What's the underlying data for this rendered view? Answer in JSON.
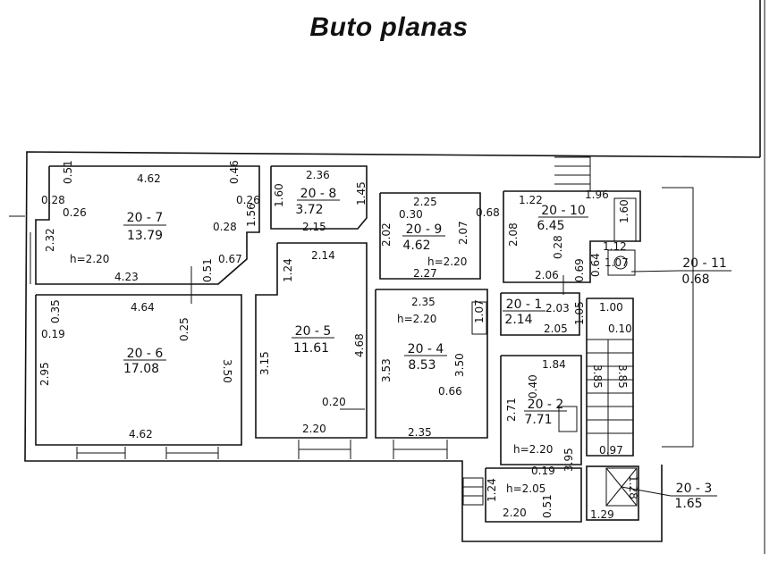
{
  "title": "Buto planas",
  "rooms": [
    {
      "id": "20 - 7",
      "area": "13.79"
    },
    {
      "id": "20 - 8",
      "area": "3.72"
    },
    {
      "id": "20 - 9",
      "area": "4.62"
    },
    {
      "id": "20 - 10",
      "area": "6.45"
    },
    {
      "id": "20 - 11",
      "area": "0.68"
    },
    {
      "id": "20 - 6",
      "area": "17.08"
    },
    {
      "id": "20 - 5",
      "area": "11.61"
    },
    {
      "id": "20 - 4",
      "area": "8.53"
    },
    {
      "id": "20 - 1",
      "area": "2.14"
    },
    {
      "id": "20 - 2",
      "area": "7.71"
    },
    {
      "id": "20 - 3",
      "area": "1.65"
    }
  ],
  "heights": [
    "h=2.20",
    "h=2.20",
    "h=2.20",
    "h=2.20",
    "h=2.05"
  ],
  "dims": {
    "r7_top": "4.62",
    "r7_051": "0.51",
    "r7_028a": "0.28",
    "r7_026a": "0.26",
    "r7_232": "2.32",
    "r7_046": "0.46",
    "r7_026b": "0.26",
    "r7_156": "1.56",
    "r7_028b": "0.28",
    "r7_423": "4.23",
    "r7_051b": "0.51",
    "r7_067": "0.67",
    "r8_top": "2.36",
    "r8_160": "1.60",
    "r8_145": "1.45",
    "r8_215": "2.15",
    "r9_top": "2.25",
    "r9_030": "0.30",
    "r9_202": "2.02",
    "r9_207": "2.07",
    "r9_227": "2.27",
    "r9_068": "0.68",
    "r10_122": "1.22",
    "r10_196": "1.96",
    "r10_160": "1.60",
    "r10_208": "2.08",
    "r10_028": "0.28",
    "r10_112": "1.12",
    "r10_107": "1.07",
    "r10_206": "2.06",
    "r10_069": "0.69",
    "r10_064": "0.64",
    "r5_124": "1.24",
    "r5_214": "2.14",
    "r5_315": "3.15",
    "r5_468": "4.68",
    "r5_020": "0.20",
    "r5_220": "2.20",
    "r6_035": "0.35",
    "r6_464": "4.64",
    "r6_025": "0.25",
    "r6_019": "0.19",
    "r6_295": "2.95",
    "r6_350": "3.50",
    "r6_462": "4.62",
    "r4_235": "2.35",
    "r4_107": "1.07",
    "r4_353": "3.53",
    "r4_350": "3.50",
    "r4_066": "0.66",
    "r4_235b": "2.35",
    "r1_203": "2.03",
    "r1_105": "1.05",
    "r1_205": "2.05",
    "st_100": "1.00",
    "st_010": "0.10",
    "st_385a": "3.85",
    "st_385b": "3.85",
    "st_097": "0.97",
    "r2_184": "1.84",
    "r2_040": "0.40",
    "r2_271": "2.71",
    "r2_395": "3.95",
    "r2_019": "0.19",
    "b_124": "1.24",
    "b_051": "0.51",
    "b_220": "2.20",
    "b_128": "1.28",
    "b_129": "1.29"
  }
}
